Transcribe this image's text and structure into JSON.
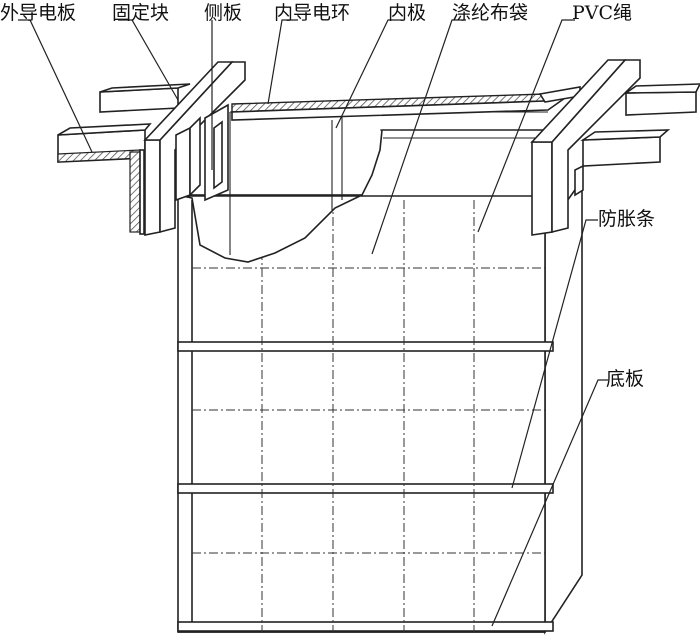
{
  "labels": {
    "outer_plate": "外导电板",
    "fixing_block": "固定块",
    "side_plate": "侧板",
    "inner_ring": "内导电环",
    "inner_pole": "内极",
    "polyester_bag": "涤纶布袋",
    "pvc_rope": "PVC绳",
    "anti_bulge": "防胀条",
    "bottom_plate": "底板"
  },
  "colors": {
    "line": "#222222",
    "hatch": "#555555",
    "background": "#ffffff"
  }
}
